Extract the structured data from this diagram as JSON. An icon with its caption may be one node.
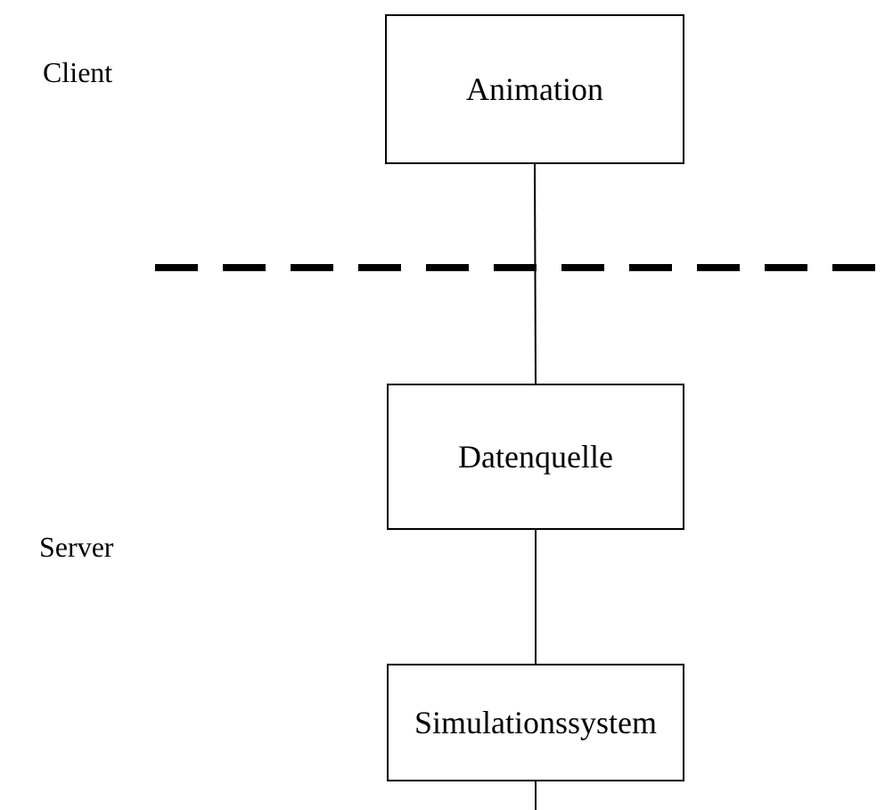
{
  "diagram": {
    "nodes": [
      {
        "text": [
          "Animation"
        ]
      },
      {
        "text": [
          "Datenquelle"
        ]
      },
      {
        "text": [
          "Simulationssystem"
        ]
      }
    ],
    "edges": [
      {
        "from": 0,
        "to": 1,
        "arrow": "none"
      },
      {
        "from": 1,
        "to": 2,
        "arrow": "none"
      },
      {
        "from": 2,
        "to": null,
        "arrow": "none"
      }
    ],
    "labels": [
      "Client",
      "Server"
    ]
  }
}
